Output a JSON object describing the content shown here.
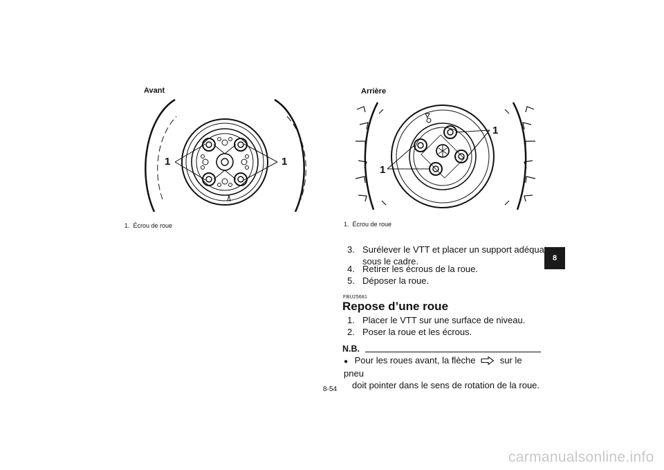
{
  "figures": {
    "front": {
      "title": "Avant",
      "callout": "1",
      "caption_num": "1.",
      "caption": "Écrou de roue"
    },
    "rear": {
      "title": "Arrière",
      "callout": "1",
      "caption_num": "1.",
      "caption": "Écrou de roue"
    }
  },
  "removal_steps": [
    {
      "num": "3.",
      "line1": "Surélever le VTT et placer un support adéquat",
      "line2": "sous le cadre."
    },
    {
      "num": "4.",
      "line1": "Retirer les écrous de la roue."
    },
    {
      "num": "5.",
      "line1": "Déposer la roue."
    }
  ],
  "section": {
    "code": "FBU25681",
    "title": "Repose d’une roue",
    "steps": [
      {
        "num": "1.",
        "text": "Placer le VTT sur une surface de niveau."
      },
      {
        "num": "2.",
        "text": "Poser la roue et les écrous."
      }
    ]
  },
  "note": {
    "label": "N.B.",
    "bullet": "●",
    "text_before": "Pour les roues avant, la flèche",
    "arrow_icon": "hollow-right-arrow-icon",
    "text_after": "sur le pneu",
    "line2": "doit pointer dans le sens de rotation de la roue."
  },
  "chapter_tab": "8",
  "page_number": "8-54",
  "watermark": "carmanualsonline.info"
}
